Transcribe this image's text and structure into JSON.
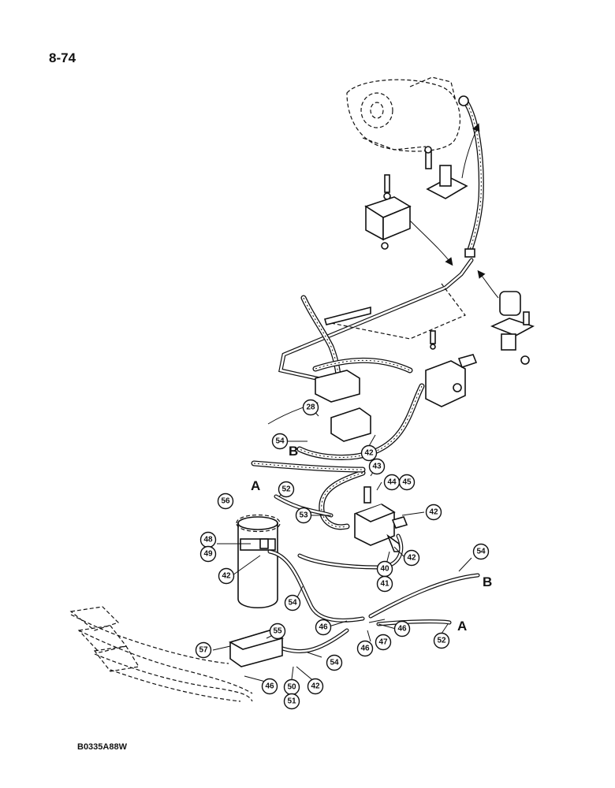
{
  "page": {
    "page_number": "8-74",
    "figure_code": "B0335A88W"
  },
  "callouts": [
    "28",
    "54",
    "42",
    "43",
    "44",
    "45",
    "53",
    "42",
    "42",
    "40",
    "41",
    "52",
    "56",
    "48",
    "49",
    "42",
    "54",
    "54",
    "55",
    "57",
    "46",
    "46",
    "47",
    "46",
    "52",
    "50",
    "51",
    "42",
    "46",
    "54"
  ],
  "letters": [
    "A",
    "B",
    "B",
    "A"
  ]
}
